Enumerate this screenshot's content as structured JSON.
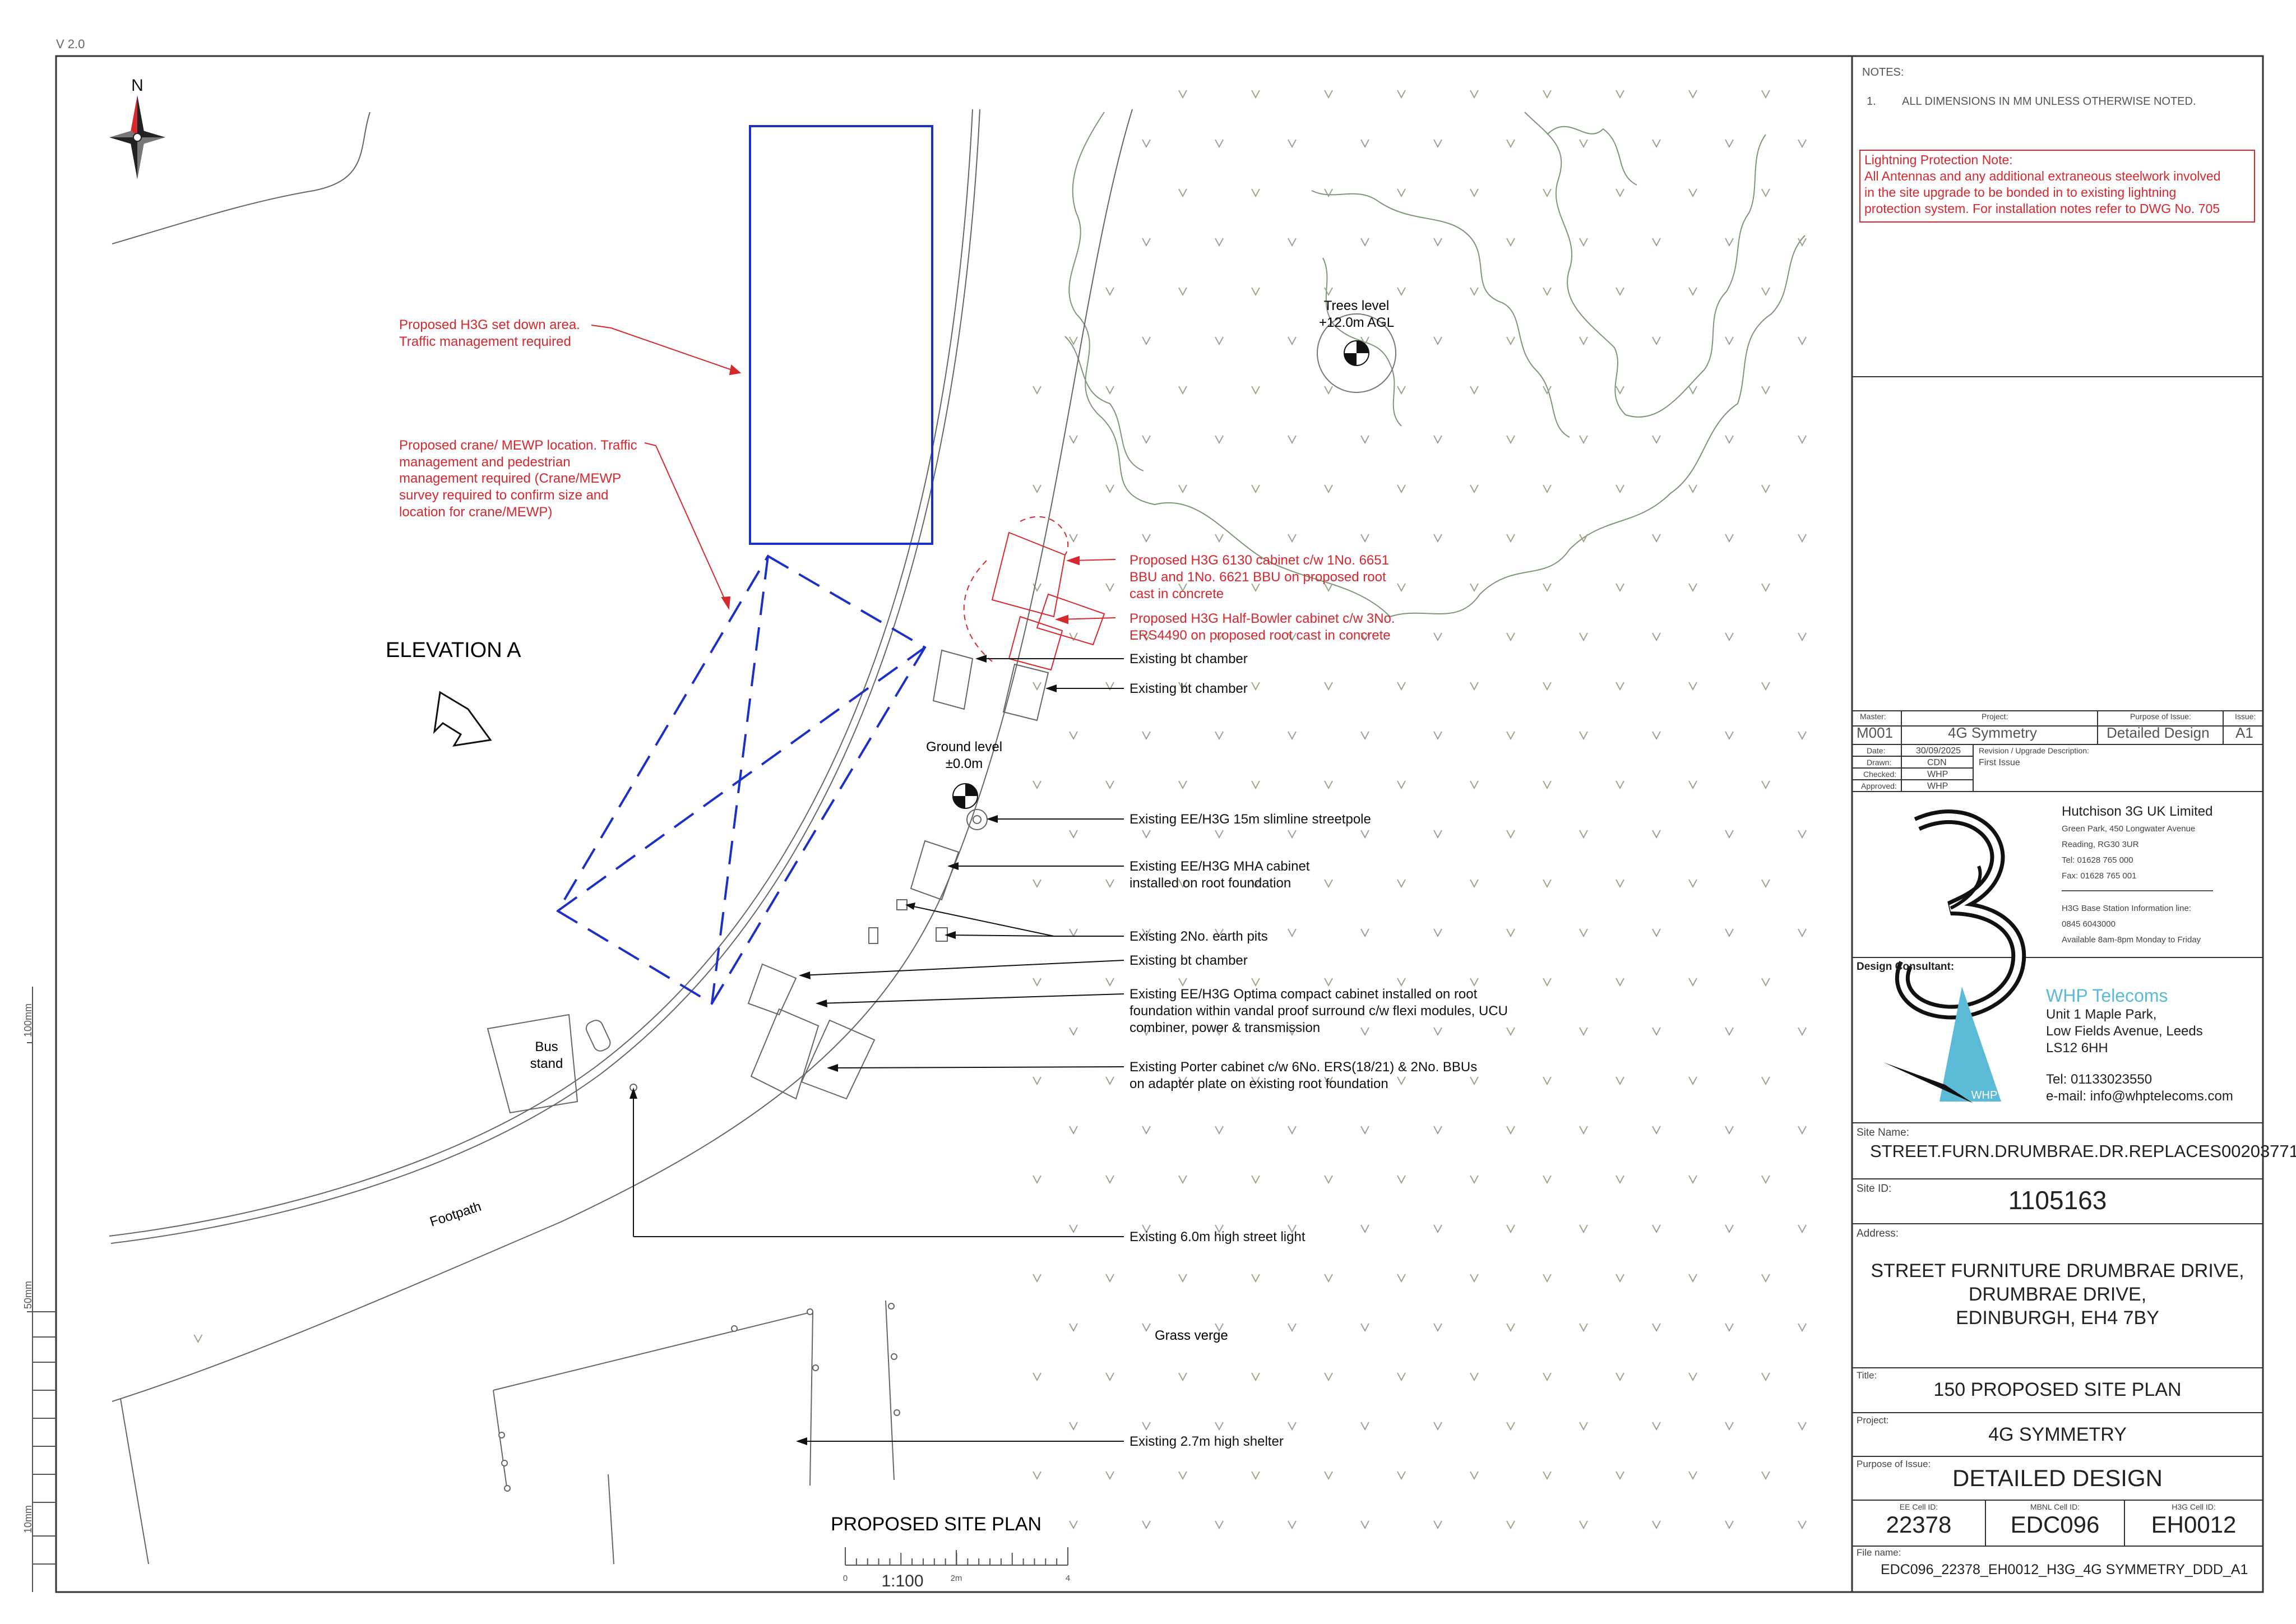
{
  "version": "V 2.0",
  "north": "N",
  "elevation": "ELEVATION A",
  "plan_title": "PROPOSED SITE PLAN",
  "scale": {
    "ratio": "1:100",
    "tick0": "0",
    "tick2": "2m",
    "tick4": "4"
  },
  "ruler": {
    "r100": "100mm",
    "r50": "50mm",
    "r10": "10mm"
  },
  "site_labels": {
    "trees": [
      "Trees level",
      "+12.0m AGL"
    ],
    "ground": [
      "Ground level",
      "±0.0m"
    ],
    "bus": [
      "Bus",
      "stand"
    ],
    "footpath": "Footpath",
    "grass": "Grass verge"
  },
  "red_notes": {
    "setdown": [
      "Proposed H3G set down area.",
      "Traffic management required"
    ],
    "crane": [
      "Proposed crane/ MEWP location. Traffic",
      "management and pedestrian",
      "management required (Crane/MEWP",
      "survey required to confirm size and",
      "location for crane/MEWP)"
    ],
    "cab6130": [
      "Proposed H3G 6130 cabinet c/w 1No. 6651",
      "BBU and 1No. 6621 BBU on proposed root",
      "cast in concrete"
    ],
    "halfbowler": [
      "Proposed H3G Half-Bowler cabinet c/w 3No.",
      "ERS4490 on proposed root cast in concrete"
    ]
  },
  "black_notes": {
    "bt1": "Existing bt chamber",
    "bt2": "Existing bt chamber",
    "pole": "Existing EE/H3G 15m slimline streetpole",
    "mha": [
      "Existing EE/H3G MHA cabinet",
      "installed on root foundation"
    ],
    "earth": "Existing 2No. earth pits",
    "bt3": "Existing bt chamber",
    "optima": [
      "Existing EE/H3G Optima compact cabinet installed on root",
      "foundation within vandal proof surround c/w flexi modules, UCU",
      "combiner, power & transmission"
    ],
    "porter": [
      "Existing Porter cabinet  c/w 6No. ERS(18/21) & 2No. BBUs",
      "on adapter plate on existing root foundation"
    ],
    "light": "Existing 6.0m high street light",
    "shelter": "Existing 2.7m high shelter"
  },
  "notes": {
    "heading": "NOTES:",
    "n1_num": "1.",
    "n1": "ALL DIMENSIONS IN MM UNLESS OTHERWISE NOTED.",
    "lightning": [
      "Lightning Protection Note:",
      "All Antennas and any additional extraneous steelwork involved",
      "in the site upgrade to be bonded in to existing lightning",
      "protection system. For installation notes refer to DWG No. 705"
    ]
  },
  "title_block": {
    "master_cap": "Master:",
    "master": "M001",
    "project_cap": "Project:",
    "project": "4G Symmetry",
    "purpose_cap": "Purpose of Issue:",
    "purpose": "Detailed Design",
    "issue_cap": "Issue:",
    "issue": "A1",
    "date_cap": "Date:",
    "date": "30/09/2025",
    "drawn_cap": "Drawn:",
    "drawn": "CDN",
    "checked_cap": "Checked:",
    "checked": "WHP",
    "approved_cap": "Approved:",
    "approved": "WHP",
    "rev_cap": "Revision / Upgrade Description:",
    "rev": "First Issue",
    "h3g": [
      "Hutchison 3G UK Limited",
      "Green Park, 450 Longwater Avenue",
      "Reading, RG30 3UR",
      "Tel: 01628 765 000",
      "Fax: 01628 765 001",
      "H3G Base Station Information line:",
      "0845 6043000",
      "Available 8am-8pm Monday to Friday"
    ],
    "consultant_cap": "Design Consultant:",
    "whp_logo_text": "WHP",
    "whp": [
      "WHP Telecoms",
      "Unit 1 Maple Park,",
      "Low Fields Avenue, Leeds",
      "LS12 6HH",
      "Tel: 01133023550",
      "e-mail: info@whptelecoms.com"
    ],
    "site_name_cap": "Site Name:",
    "site_name": "STREET.FURN.DRUMBRAE.DR.REPLACES00203771",
    "site_id_cap": "Site ID:",
    "site_id": "1105163",
    "address_cap": "Address:",
    "address": [
      "STREET FURNITURE DRUMBRAE DRIVE,",
      "DRUMBRAE DRIVE,",
      "EDINBURGH, EH4 7BY"
    ],
    "title_cap": "Title:",
    "title": "150 PROPOSED SITE PLAN",
    "project2_cap": "Project:",
    "project2": "4G SYMMETRY",
    "purpose2_cap": "Purpose of Issue:",
    "purpose2": "DETAILED DESIGN",
    "ee_cap": "EE Cell ID:",
    "ee": "22378",
    "mbnl_cap": "MBNL Cell ID:",
    "mbnl": "EDC096",
    "h3gcell_cap": "H3G Cell ID:",
    "h3gcell": "EH0012",
    "file_cap": "File name:",
    "file": "EDC096_22378_EH0012_H3G_4G SYMMETRY_DDD_A1"
  },
  "colors": {
    "red": "#d7282f",
    "blue": "#1d2fc9",
    "whp": "#5bbad5",
    "tree": "#7f957a"
  }
}
